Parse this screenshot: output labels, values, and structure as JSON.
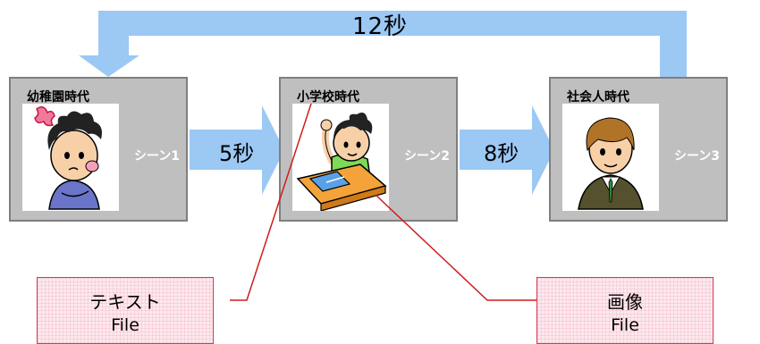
{
  "loop_label": "12秒",
  "scenes": [
    {
      "title": "幼稚園時代",
      "label": "シーン1"
    },
    {
      "title": "小学校時代",
      "label": "シーン2"
    },
    {
      "title": "社会人時代",
      "label": "シーン3"
    }
  ],
  "transitions": [
    "5秒",
    "8秒"
  ],
  "files": [
    {
      "line1": "テキスト",
      "line2": "File"
    },
    {
      "line1": "画像",
      "line2": "File"
    }
  ],
  "colors": {
    "arrow": "#9cc8f4",
    "scene_bg": "#bfbfbf",
    "scene_border": "#7f7f7f",
    "connector": "#d01c1c",
    "file_border": "#d8384b",
    "file_bg": "#fde9ef"
  },
  "icons": [
    "kindergartner-illustration",
    "student-at-desk-illustration",
    "office-worker-illustration"
  ]
}
